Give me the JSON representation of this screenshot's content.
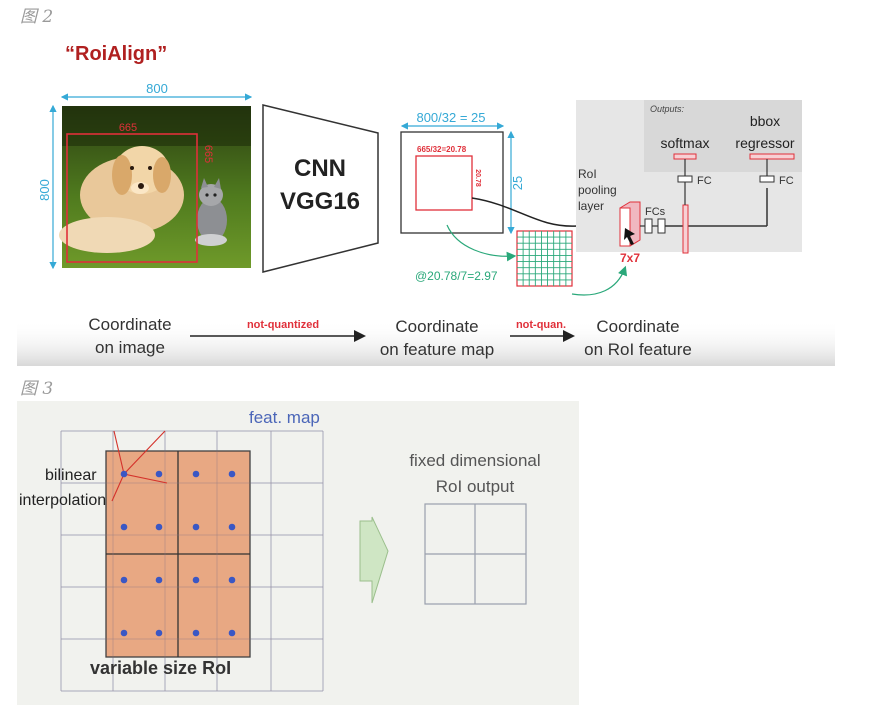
{
  "fig2": {
    "caption": "图 2",
    "title": "“RoiAlign”",
    "image_width": "800",
    "image_height": "800",
    "roi_width": "665",
    "roi_height": "665",
    "cnn_line1": "CNN",
    "cnn_line2": "VGG16",
    "fm_width": "800/32 = 25",
    "fm_height": "25",
    "fm_roi_w": "665/32=20.78",
    "fm_roi_h": "20.78",
    "grid_calc": "@20.78/7=2.97",
    "pool_label": "7x7",
    "roi_pool_1": "RoI",
    "roi_pool_2": "pooling",
    "roi_pool_3": "layer",
    "fcs": "FCs",
    "outputs": "Outputs:",
    "softmax": "softmax",
    "bbox_1": "bbox",
    "bbox_2": "regressor",
    "fc1": "FC",
    "fc2": "FC",
    "flow1_1": "Coordinate",
    "flow1_2": "on image",
    "flow_arrow1": "not-quantized",
    "flow2_1": "Coordinate",
    "flow2_2": "on feature map",
    "flow_arrow2": "not-quan.",
    "flow3_1": "Coordinate",
    "flow3_2": "on RoI feature"
  },
  "fig3": {
    "caption": "图 3",
    "feat_map": "feat. map",
    "bilinear_1": "bilinear",
    "bilinear_2": "interpolation",
    "fixed_1": "fixed dimensional",
    "fixed_2": "RoI output",
    "variable": "variable size RoI"
  },
  "colors": {
    "title_red": "#b02020",
    "cyan": "#35a9d6",
    "red": "#e0303a",
    "green": "#2aa87a",
    "roi_fill": "#e8a27a",
    "dot": "#3a57c4",
    "arrow_green": "#cfe6c4"
  }
}
